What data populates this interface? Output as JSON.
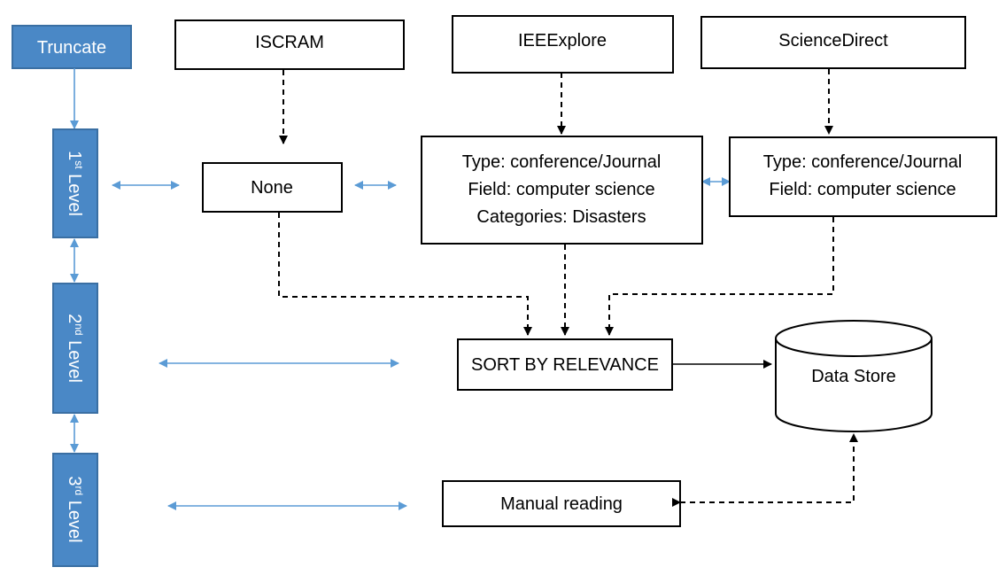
{
  "colors": {
    "level_box": "#4a88c6",
    "connector_blue": "#5b9bd5",
    "outline": "#000000"
  },
  "left_column": {
    "truncate": "Truncate",
    "levels": [
      {
        "num": "1",
        "suffix": "st",
        "word": "Level"
      },
      {
        "num": "2",
        "suffix": "nd",
        "word": "Level"
      },
      {
        "num": "3",
        "suffix": "rd",
        "word": "Level"
      }
    ]
  },
  "sources": {
    "iscram": "ISCRAM",
    "ieeexplore": "IEEExplore",
    "sciencedirect": "ScienceDirect"
  },
  "filters": {
    "none": "None",
    "ieee": [
      "Type: conference/Journal",
      "Field: computer science",
      "Categories: Disasters"
    ],
    "sciencedirect": [
      "Type: conference/Journal",
      "Field: computer science"
    ]
  },
  "sort": "SORT BY RELEVANCE",
  "datastore": "Data Store",
  "manual": "Manual reading"
}
